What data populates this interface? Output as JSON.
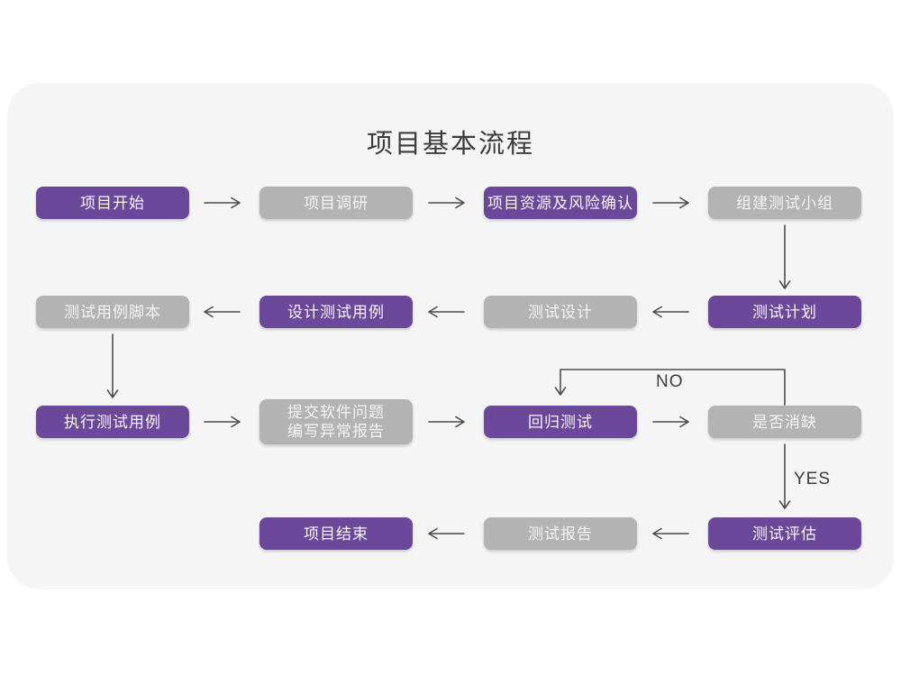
{
  "title": "项目基本流程",
  "colors": {
    "purple": "#6b4899",
    "gray": "#b4b3b4",
    "card_bg": "#f6f5f6",
    "arrow": "#4d4d4d",
    "title_text": "#3c3c3c"
  },
  "decision_labels": {
    "no": "NO",
    "yes": "YES"
  },
  "nodes": [
    {
      "text": "项目开始",
      "variant": "purple"
    },
    {
      "text": "项目调研",
      "variant": "gray"
    },
    {
      "text": "项目资源及风险确认",
      "variant": "purple"
    },
    {
      "text": "组建测试小组",
      "variant": "gray"
    },
    {
      "text": "测试计划",
      "variant": "purple"
    },
    {
      "text": "测试设计",
      "variant": "gray"
    },
    {
      "text": "设计测试用例",
      "variant": "purple"
    },
    {
      "text": "测试用例脚本",
      "variant": "gray"
    },
    {
      "text": "执行测试用例",
      "variant": "purple"
    },
    {
      "line1": "提交软件问题",
      "line2": "编写异常报告",
      "variant": "gray"
    },
    {
      "text": "回归测试",
      "variant": "purple"
    },
    {
      "text": "是否消缺",
      "variant": "gray"
    },
    {
      "text": "测试评估",
      "variant": "purple"
    },
    {
      "text": "测试报告",
      "variant": "gray"
    },
    {
      "text": "项目结束",
      "variant": "purple"
    }
  ]
}
